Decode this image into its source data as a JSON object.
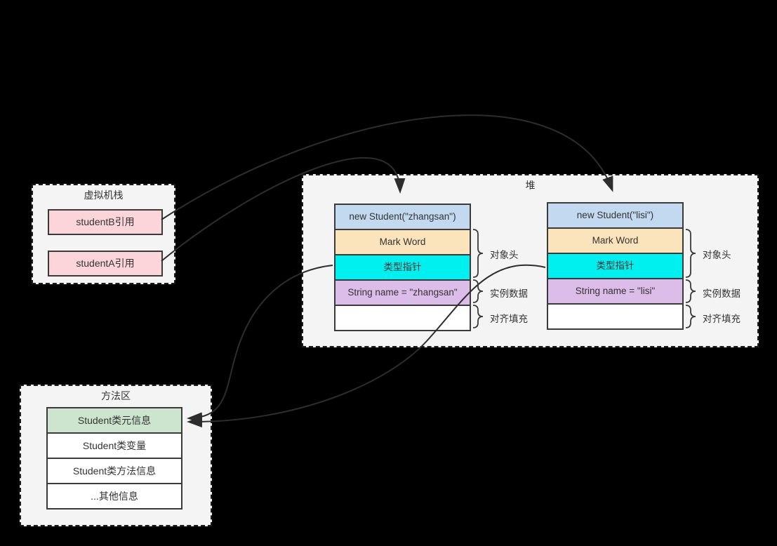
{
  "stack": {
    "title": "虚拟机栈",
    "refs": [
      {
        "label": "studentB引用"
      },
      {
        "label": "studentA引用"
      }
    ]
  },
  "heap": {
    "title": "堆",
    "objects": [
      {
        "name": "zhangsan-object",
        "rows": [
          {
            "label": "new Student(\"zhangsan\")",
            "color": "#c2d9f0"
          },
          {
            "label": "Mark Word",
            "color": "#fbe3bb"
          },
          {
            "label": "类型指针",
            "color": "#00f0f0"
          },
          {
            "label": "String name = \"zhangsan\"",
            "color": "#dcbce8"
          },
          {
            "label": "",
            "color": "#ffffff"
          }
        ],
        "annotations": [
          {
            "label": "对象头"
          },
          {
            "label": "实例数据"
          },
          {
            "label": "对齐填充"
          }
        ]
      },
      {
        "name": "lisi-object",
        "rows": [
          {
            "label": "new Student(\"lisi\")",
            "color": "#c2d9f0"
          },
          {
            "label": "Mark Word",
            "color": "#fbe3bb"
          },
          {
            "label": "类型指针",
            "color": "#00f0f0"
          },
          {
            "label": "String name = \"lisi\"",
            "color": "#dcbce8"
          },
          {
            "label": "",
            "color": "#ffffff"
          }
        ],
        "annotations": [
          {
            "label": "对象头"
          },
          {
            "label": "实例数据"
          },
          {
            "label": "对齐填充"
          }
        ]
      }
    ]
  },
  "method_area": {
    "title": "方法区",
    "rows": [
      {
        "label": "Student类元信息",
        "color": "#cde4cf"
      },
      {
        "label": "Student类变量",
        "color": "#ffffff"
      },
      {
        "label": "Student类方法信息",
        "color": "#ffffff"
      },
      {
        "label": "...其他信息",
        "color": "#ffffff"
      }
    ]
  },
  "colors": {
    "background": "#000000",
    "container_fill": "#f4f4f4",
    "box_border": "#3a3a3a",
    "arrow": "#2d2d2d",
    "reference_pink": "#fbd5da",
    "object_header_blue": "#c2d9f0",
    "mark_word_orange": "#fbe3bb",
    "type_pointer_cyan": "#00f0f0",
    "instance_data_purple": "#dcbce8",
    "class_meta_green": "#cde4cf"
  }
}
